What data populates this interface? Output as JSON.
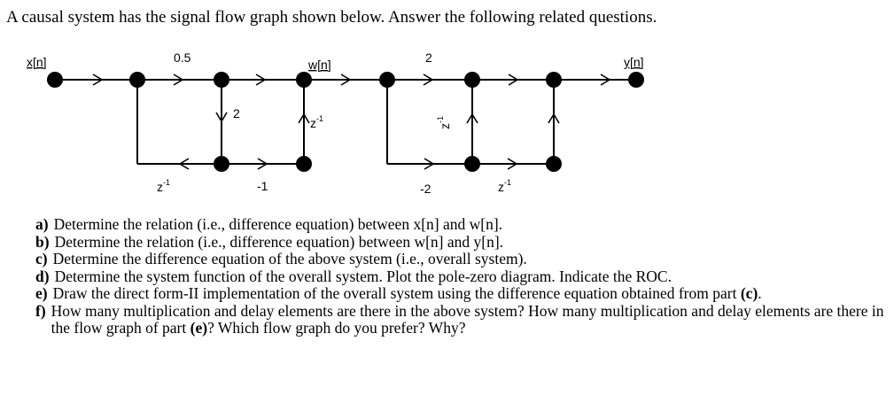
{
  "intro": "A causal system has the signal flow graph shown below. Answer the following related questions.",
  "graph": {
    "input_label": "x[n]",
    "output_label": "y[n]",
    "mid_label": "w[n]",
    "gain_top_1": "0.5",
    "gain_top_2": "2",
    "gain_vert_1": "2",
    "gain_bottom_1": "-1",
    "gain_bottom_2": "-2",
    "delay_base": "z",
    "delay_exp": "-1"
  },
  "questions": [
    {
      "tag": "a)",
      "text": "Determine the relation (i.e., difference equation) between x[n] and w[n]."
    },
    {
      "tag": "b)",
      "text": "Determine the relation (i.e., difference equation) between w[n] and y[n]."
    },
    {
      "tag": "c)",
      "text": "Determine the difference equation of the above system (i.e., overall system)."
    },
    {
      "tag": "d)",
      "text": "Determine the system function of the overall system. Plot the pole-zero diagram. Indicate the ROC."
    },
    {
      "tag": "e)",
      "text": "Draw the direct form-II implementation of the overall system using the difference equation obtained from part ",
      "bold": "(c)",
      "after": "."
    },
    {
      "tag": "f)",
      "text": "How many multiplication and delay elements are there in the above system? How many multiplication and delay elements are there in the flow graph of part ",
      "bold": "(e)",
      "after": "? Which flow graph do you prefer? Why?"
    }
  ]
}
